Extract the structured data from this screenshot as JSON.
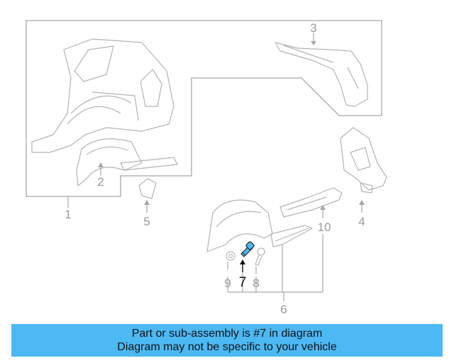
{
  "callouts": {
    "c1": "1",
    "c2": "2",
    "c3": "3",
    "c4": "4",
    "c5": "5",
    "c6": "6",
    "c7": "7",
    "c8": "8",
    "c9": "9",
    "c10": "10"
  },
  "highlighted_part": "7",
  "colors": {
    "highlight_fill": "#4db9f4",
    "banner_background": "#4db9f4",
    "line_art": "#b4b4b4"
  },
  "banner": {
    "line1": "Part or sub-assembly is #7 in diagram",
    "line2": "Diagram may not be specific to your vehicle"
  }
}
